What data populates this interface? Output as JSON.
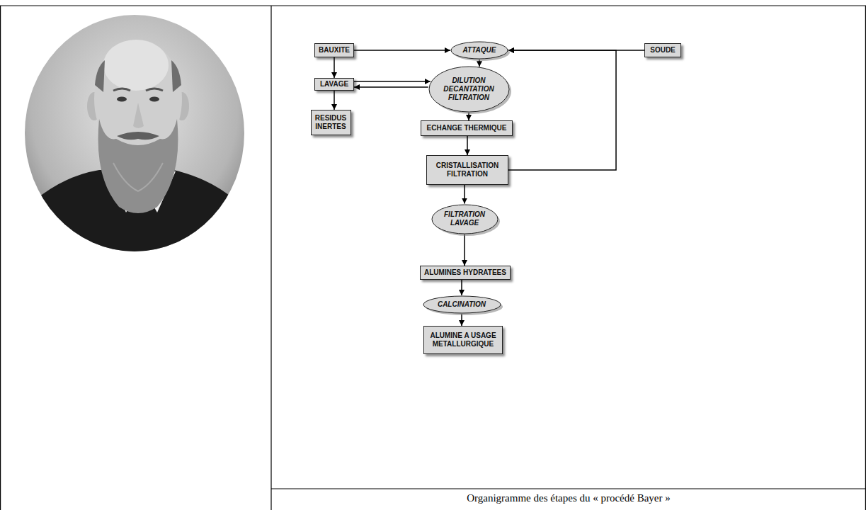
{
  "diagram": {
    "caption": "Organigramme des étapes du « procédé Bayer »",
    "nodes": [
      {
        "text": [
          "BAUXITE"
        ]
      },
      {
        "text": [
          "ATTAQUE"
        ]
      },
      {
        "text": [
          "SOUDE"
        ]
      },
      {
        "text": [
          "LAVAGE"
        ]
      },
      {
        "text": [
          "DILUTION DECANTATION FILTRATION"
        ]
      },
      {
        "text": [
          "RESIDUS INERTES"
        ]
      },
      {
        "text": [
          "ECHANGE THERMIQUE"
        ]
      },
      {
        "text": [
          "CRISTALLISATION FILTRATION"
        ]
      },
      {
        "text": [
          "FILTRATION LAVAGE"
        ]
      },
      {
        "text": [
          "ALUMINES HYDRATEES"
        ]
      },
      {
        "text": [
          "CALCINATION"
        ]
      },
      {
        "text": [
          "ALUMINE A USAGE METALLURGIQUE"
        ]
      }
    ],
    "edges": [
      {
        "from": 0,
        "to": 1,
        "arrow": "to"
      },
      {
        "from": 2,
        "to": 1,
        "arrow": "to"
      },
      {
        "from": 7,
        "to": 1,
        "arrow": "to"
      },
      {
        "from": 0,
        "to": 3,
        "arrow": "to"
      },
      {
        "from": 1,
        "to": 4,
        "arrow": "to"
      },
      {
        "from": 3,
        "to": 4,
        "arrow": "to"
      },
      {
        "from": 4,
        "to": 3,
        "arrow": "to"
      },
      {
        "from": 3,
        "to": 5,
        "arrow": "to"
      },
      {
        "from": 4,
        "to": 6,
        "arrow": "to"
      },
      {
        "from": 6,
        "to": 7,
        "arrow": "to"
      },
      {
        "from": 7,
        "to": 8,
        "arrow": "to"
      },
      {
        "from": 8,
        "to": 9,
        "arrow": "to"
      },
      {
        "from": 9,
        "to": 10,
        "arrow": "to"
      },
      {
        "from": 10,
        "to": 11,
        "arrow": "to"
      }
    ]
  }
}
